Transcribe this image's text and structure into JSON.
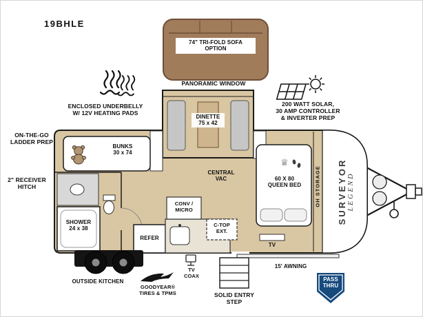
{
  "model": "19BHLE",
  "brand": {
    "name": "SURVEYOR",
    "series": "LEGEND"
  },
  "features": {
    "sofa_option": [
      "74\" TRI-FOLD SOFA",
      "OPTION"
    ],
    "panoramic_window": "PANORAMIC WINDOW",
    "solar": [
      "200 WATT SOLAR,",
      "30 AMP CONTROLLER",
      "& INVERTER PREP"
    ],
    "underbelly": [
      "ENCLOSED UNDERBELLY",
      "W/ 12V HEATING PADS"
    ],
    "ladder_prep": [
      "ON-THE-GO",
      "LADDER PREP"
    ],
    "receiver_hitch": [
      "2\" RECEIVER",
      "HITCH"
    ],
    "outside_kitchen": "OUTSIDE KITCHEN",
    "tires": [
      "GOODYEAR®",
      "TIRES & TPMS"
    ],
    "tv_coax": [
      "TV",
      "COAX"
    ],
    "entry_step": [
      "SOLID ENTRY",
      "STEP"
    ],
    "awning": "15' AWNING",
    "pass_thru": [
      "PASS",
      "THRU"
    ]
  },
  "rooms": {
    "bunks": [
      "BUNKS",
      "30 x 74"
    ],
    "dinette": [
      "DINETTE",
      "75 x 42"
    ],
    "central_vac": [
      "CENTRAL",
      "VAC"
    ],
    "queen_bed": [
      "60 X 80",
      "QUEEN BED"
    ],
    "oh_storage": "OH STORAGE",
    "shower": [
      "SHOWER",
      "24 x 38"
    ],
    "refer": "REFER",
    "conv_micro": [
      "CONV /",
      "MICRO"
    ],
    "ctop_ext": [
      "C-TOP",
      "EXT."
    ],
    "tv": "TV"
  },
  "icons": {
    "crown": "♕"
  },
  "colors": {
    "floor": "#d9c6a2",
    "sofa": "#a17c5b",
    "badge_blue": "#174a7d"
  }
}
